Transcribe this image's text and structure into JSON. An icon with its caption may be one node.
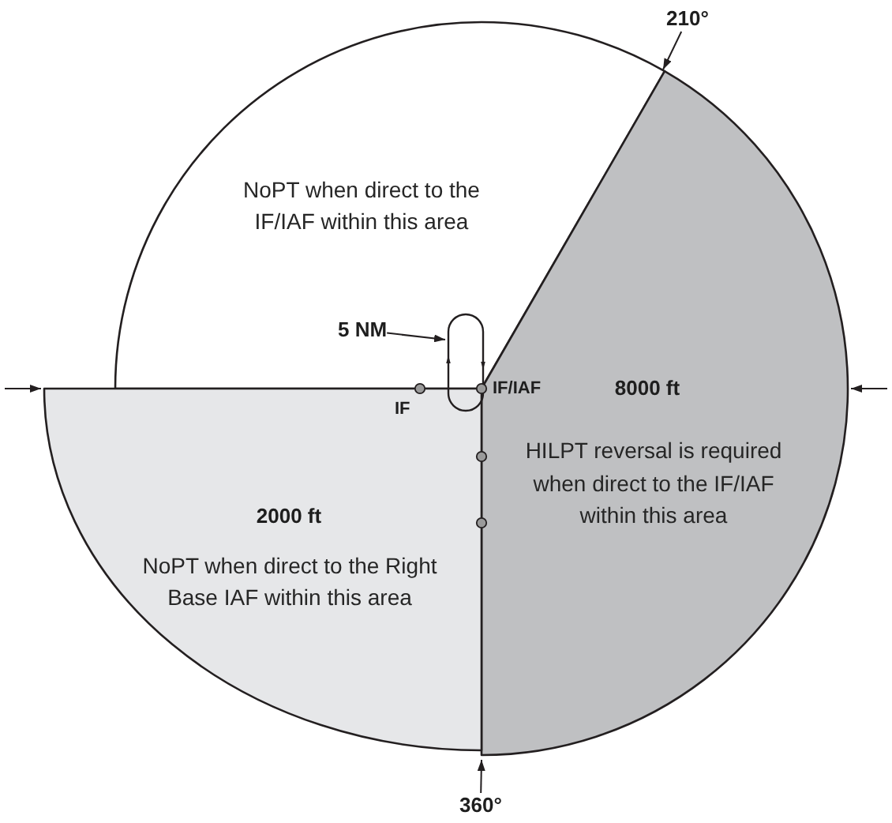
{
  "diagram": {
    "nodes": [
      {
        "text": [
          "210°"
        ]
      },
      {
        "text": [
          "NoPT when direct to the IF/IAF within this area"
        ]
      },
      {
        "text": [
          "5 NM"
        ],
        "in": 1
      },
      {
        "text": [],
        "shape": "oval"
      },
      {
        "text": [
          "8000 ft",
          "HILPT reversal is required when direct to the IF/IAF within this area"
        ]
      },
      {
        "text": [
          "2000 ft",
          "NoPT when direct to the Right Base IAF within this area"
        ]
      },
      {
        "text": [
          "360°"
        ]
      }
    ],
    "edges": [
      {
        "from": 2,
        "to": 3,
        "arrow": "to"
      },
      {
        "from": 0,
        "to": 4,
        "arrow": "to"
      },
      {
        "from": 6,
        "to": null,
        "arrow": "to"
      },
      {
        "from": null,
        "to": 5,
        "arrow": "to"
      },
      {
        "from": null,
        "to": 4,
        "arrow": "to"
      }
    ],
    "labels": [
      "IF/IAF",
      "IF"
    ]
  }
}
